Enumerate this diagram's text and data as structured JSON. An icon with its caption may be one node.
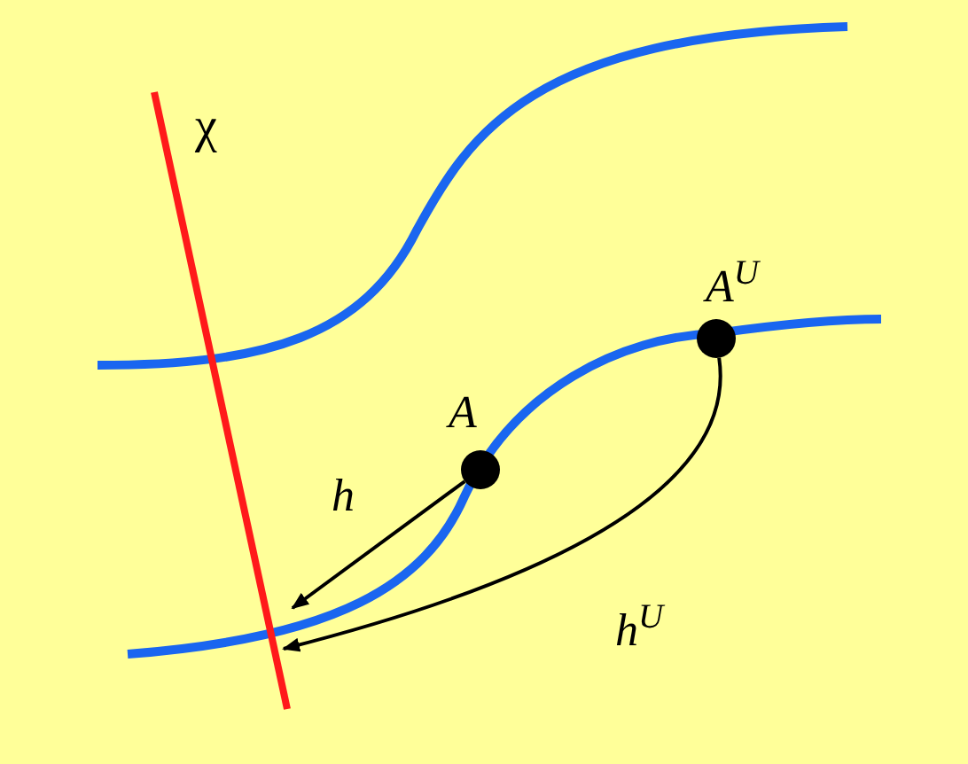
{
  "diagram": {
    "nodes": [
      {
        "text": [],
        "shape": "circle",
        "beside": [
          "A"
        ]
      },
      {
        "text": [],
        "shape": "circle",
        "beside": [
          "A$^{U}$"
        ]
      }
    ],
    "edges": [
      {
        "from": 0,
        "to": null,
        "arrow": "to",
        "label": "h"
      },
      {
        "from": 1,
        "to": null,
        "arrow": "to",
        "label": "h$^{U}$"
      }
    ],
    "labels": [
      "χ"
    ]
  }
}
